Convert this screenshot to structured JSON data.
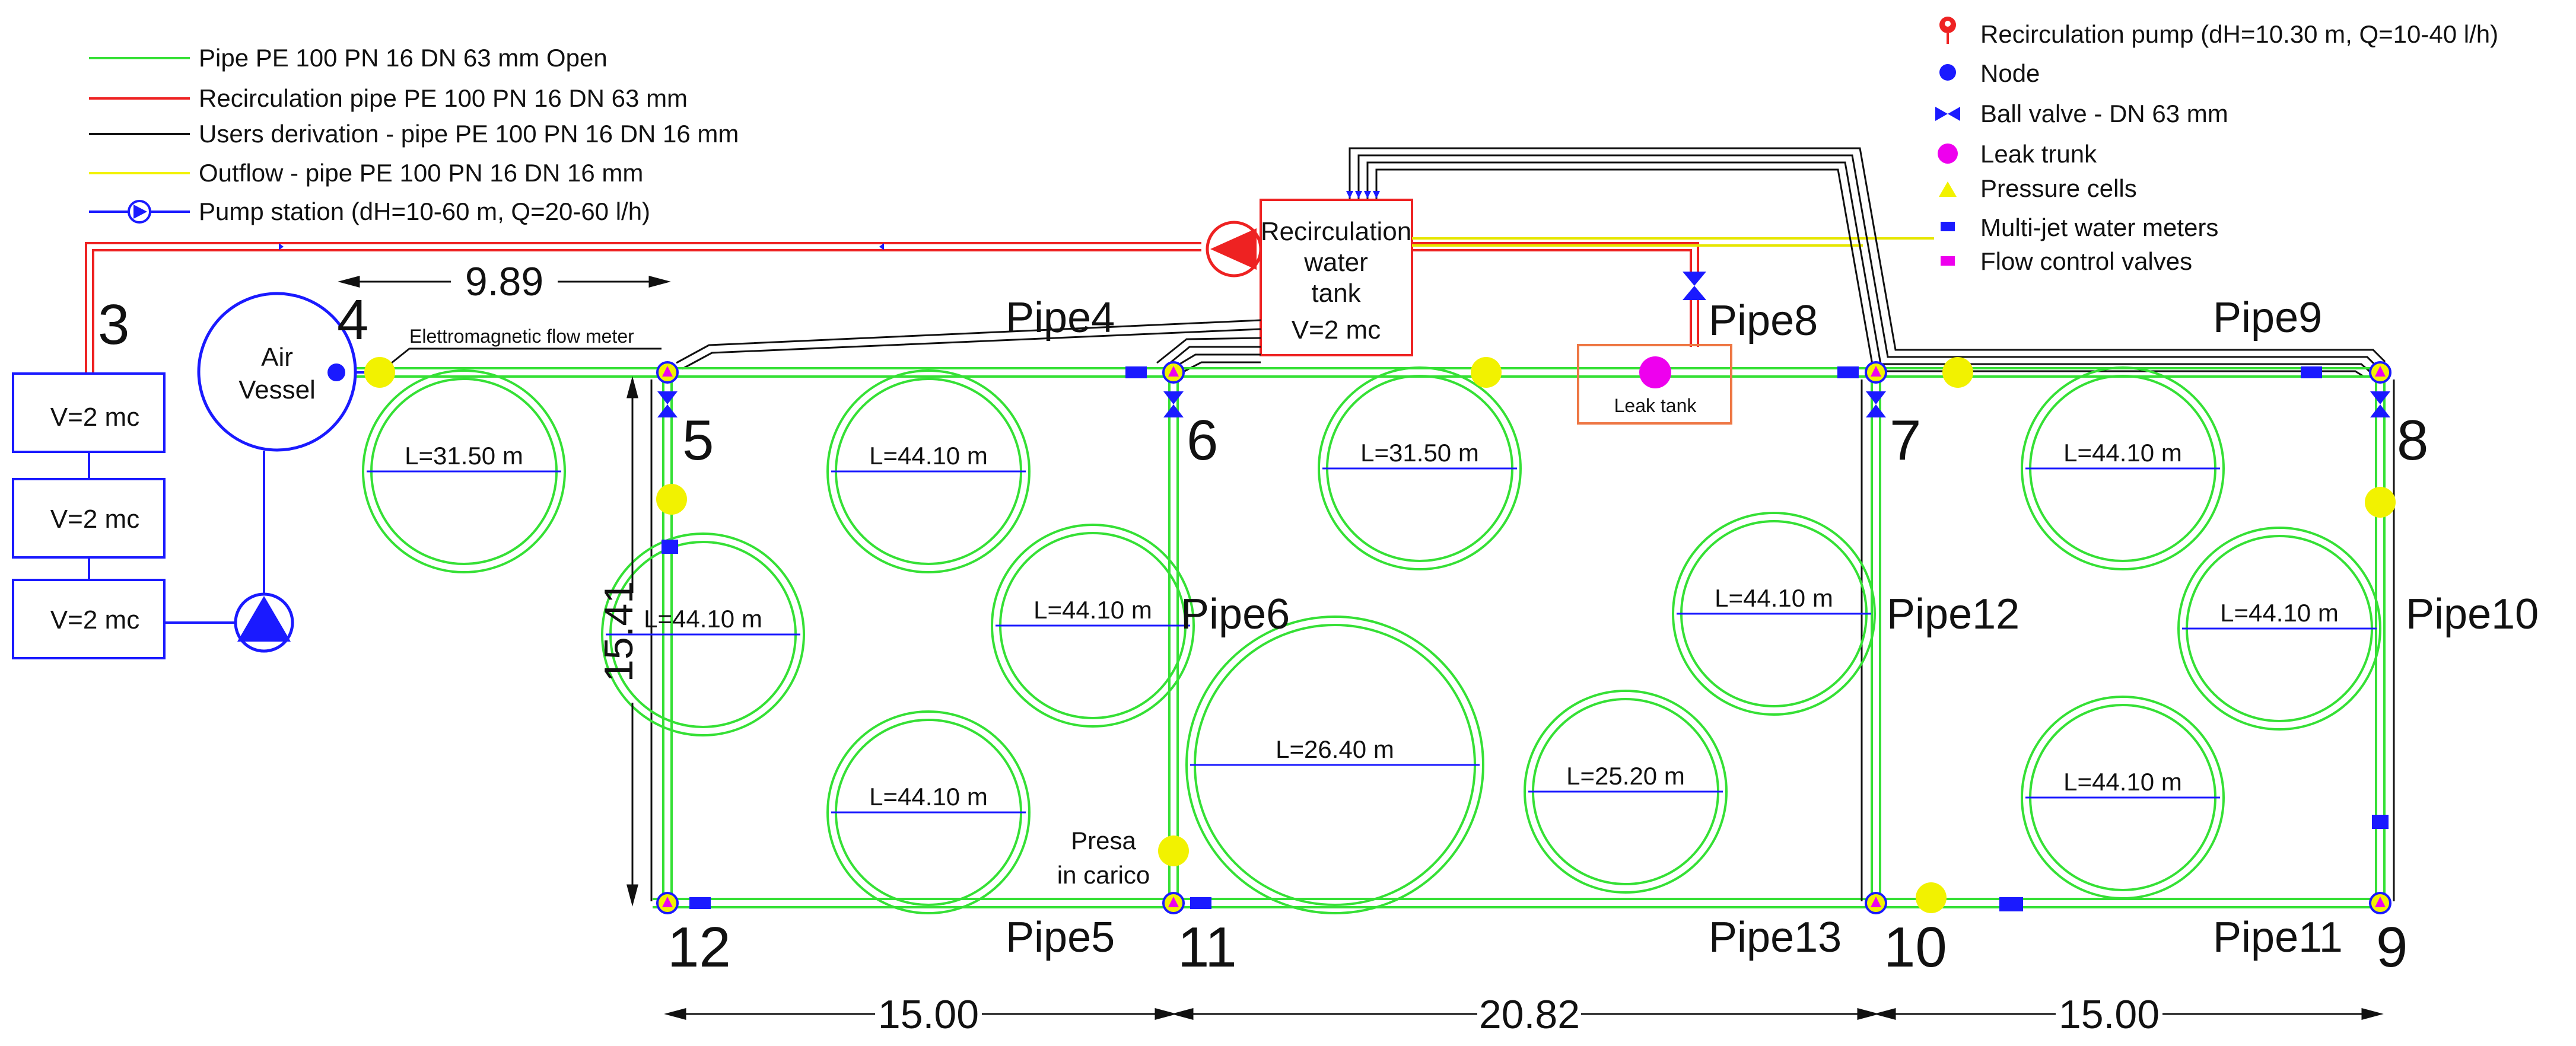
{
  "legend_left": [
    {
      "icon": "green-line",
      "color": "#35e035",
      "label": "Pipe PE 100 PN 16 DN 63 mm Open"
    },
    {
      "icon": "red-line",
      "color": "#ee2222",
      "label": "Recirculation pipe PE 100 PN 16 DN 63 mm"
    },
    {
      "icon": "black-line",
      "color": "#111111",
      "label": "Users derivation - pipe PE 100 PN 16 DN 16 mm"
    },
    {
      "icon": "yellow-line",
      "color": "#f2f200",
      "label": "Outflow - pipe PE 100 PN 16 DN 16 mm"
    },
    {
      "icon": "pump-station-symbol",
      "color": "#1a1aff",
      "label": "Pump station (dH=10-60 m, Q=20-60 l/h)"
    }
  ],
  "legend_right": [
    {
      "icon": "recirculation-pump-icon",
      "color": "#ee2222",
      "label": "Recirculation pump (dH=10.30 m, Q=10-40 l/h)"
    },
    {
      "icon": "node-icon",
      "color": "#1a1aff",
      "label": "Node"
    },
    {
      "icon": "ball-valve-icon",
      "color": "#1a1aff",
      "label": "Ball valve - DN 63 mm"
    },
    {
      "icon": "leak-trunk-icon",
      "color": "#ee00ee",
      "label": "Leak trunk"
    },
    {
      "icon": "pressure-cell-icon",
      "color": "#f2f200",
      "label": "Pressure cells"
    },
    {
      "icon": "water-meter-icon",
      "color": "#1a1aff",
      "label": "Multi-jet water meters"
    },
    {
      "icon": "flow-control-valve-icon",
      "color": "#ee00ee",
      "label": "Flow control valves"
    }
  ],
  "tanks": [
    "V=2 mc",
    "V=2 mc",
    "V=2 mc"
  ],
  "air_vessel": {
    "line1": "Air",
    "line2": "Vessel"
  },
  "recirc_tank": {
    "line1": "Recirculation",
    "line2": "water",
    "line3": "tank",
    "line4": "V=2 mc"
  },
  "leak_tank": "Leak tank",
  "flow_meter_label": "Elettromagnetic flow meter",
  "presa": {
    "line1": "Presa",
    "line2": "in carico"
  },
  "nodes": {
    "n3": "3",
    "n4": "4",
    "n5": "5",
    "n6": "6",
    "n7": "7",
    "n8": "8",
    "n9": "9",
    "n10": "10",
    "n11": "11",
    "n12": "12"
  },
  "pipes": {
    "p4": "Pipe4",
    "p5": "Pipe5",
    "p6": "Pipe6",
    "p8": "Pipe8",
    "p9": "Pipe9",
    "p10": "Pipe10",
    "p11": "Pipe11",
    "p12": "Pipe12",
    "p13": "Pipe13"
  },
  "dimensions": {
    "d_top": "9.89",
    "d_vertical": "15.41",
    "d_bottom_left": "15.00",
    "d_bottom_mid": "20.82",
    "d_bottom_right": "15.00"
  },
  "coils": [
    {
      "label": "L=31.50 m"
    },
    {
      "label": "L=44.10 m"
    },
    {
      "label": "L=44.10 m"
    },
    {
      "label": "L=44.10 m"
    },
    {
      "label": "L=44.10 m"
    },
    {
      "label": "L=31.50 m"
    },
    {
      "label": "L=44.10 m"
    },
    {
      "label": "L=26.40 m"
    },
    {
      "label": "L=25.20 m"
    },
    {
      "label": "L=44.10 m"
    },
    {
      "label": "L=44.10 m"
    },
    {
      "label": "L=44.10 m"
    }
  ]
}
